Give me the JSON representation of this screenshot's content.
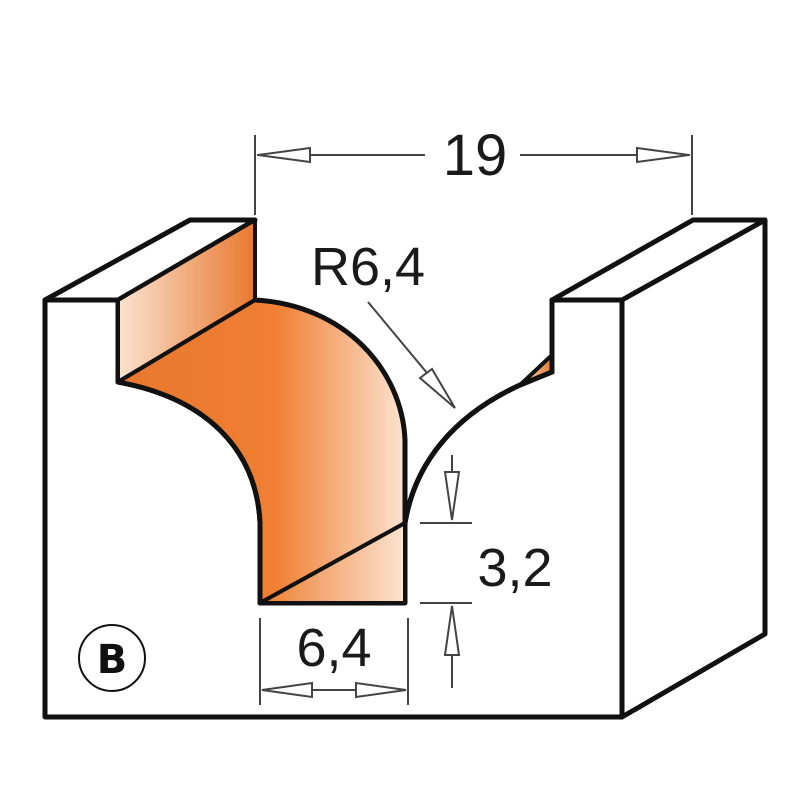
{
  "profile_label": "B",
  "dimensions": {
    "overall_width": "19",
    "radius": "R6,4",
    "step_height": "3,2",
    "step_width": "6,4"
  },
  "colors": {
    "cut_face_dark": "#e8782e",
    "cut_face_light": "#fbe3d0",
    "outline": "#111111",
    "dimension_line": "#444444",
    "background": "#ffffff"
  }
}
